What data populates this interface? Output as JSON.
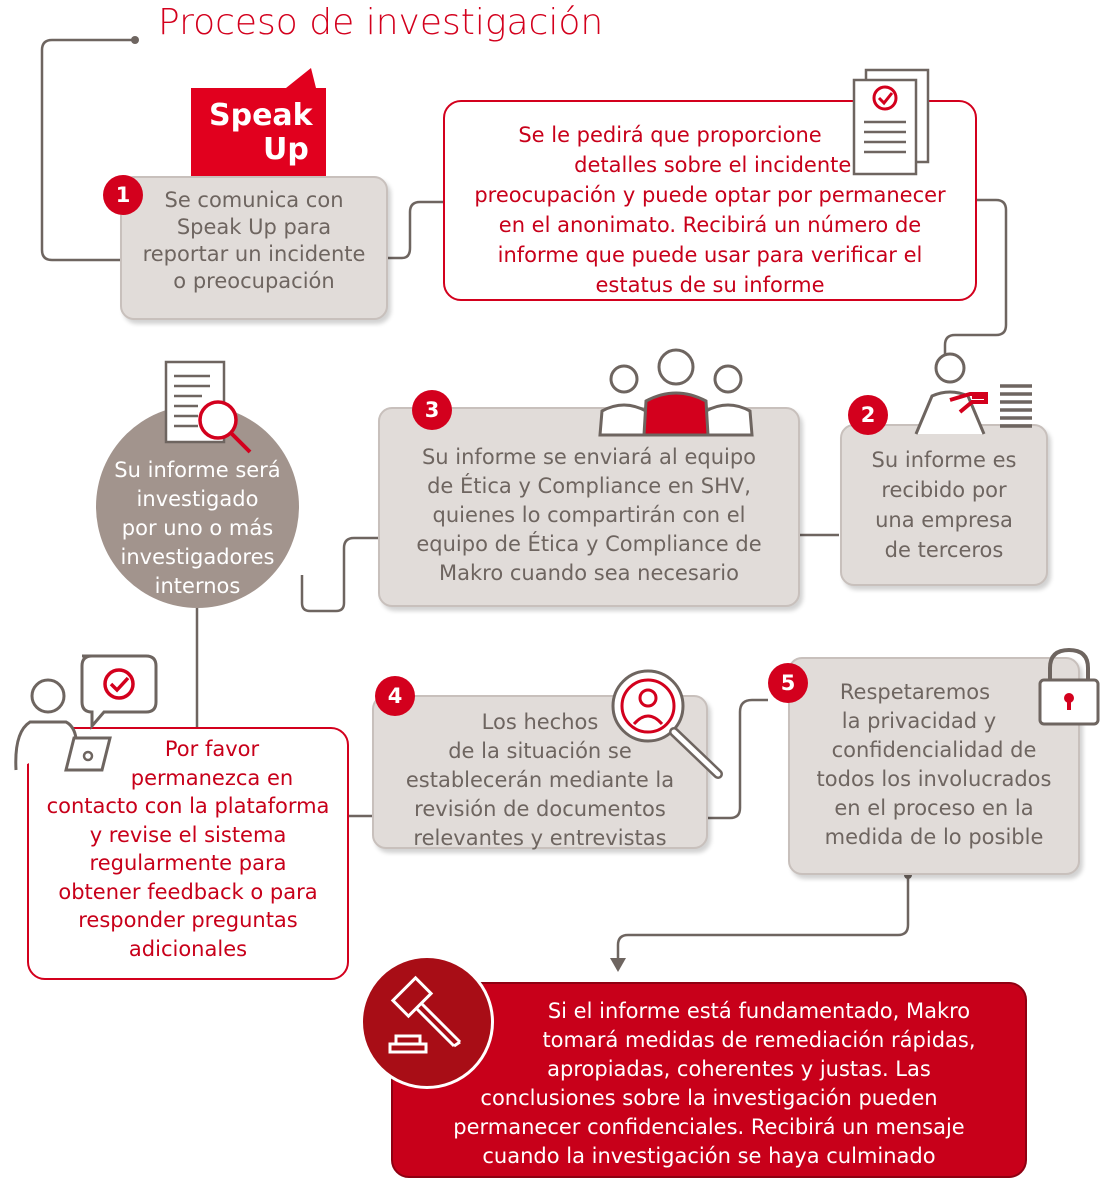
{
  "title": "Proceso de investigación",
  "logo": {
    "line1": "Speak",
    "line2": "Up"
  },
  "steps": [
    {
      "num": "1",
      "lines": [
        "Se comunica con",
        "Speak Up para",
        "reportar un incidente",
        "o preocupación"
      ]
    },
    {
      "num": "2",
      "lines": [
        "Su informe es",
        "recibido por",
        "una empresa",
        "de terceros"
      ]
    },
    {
      "num": "3",
      "lines": [
        "Su informe se enviará al equipo",
        "de Ética y Compliance en SHV,",
        "quienes lo compartirán con el",
        "equipo de Ética y Compliance de",
        "Makro cuando sea necesario"
      ]
    },
    {
      "num": "4",
      "lines": [
        "Los hechos",
        "de la situación se",
        "establecerán mediante la",
        "revisión de documentos",
        "relevantes y entrevistas"
      ]
    },
    {
      "num": "5",
      "lines": [
        "Respetaremos",
        "la privacidad y",
        "confidencialidad de",
        "todos los involucrados",
        "en el proceso en la",
        "medida de lo posible"
      ]
    }
  ],
  "details_box": {
    "lines": [
      "Se le pedirá que proporcione",
      "detalles sobre el incidente o",
      "preocupación y puede optar por permanecer",
      "en el anonimato. Recibirá un número de",
      "informe que puede usar para verificar el",
      "estatus de su informe"
    ]
  },
  "investigated_circle": {
    "lines": [
      "Su informe será",
      "investigado",
      "por uno o más",
      "investigadores",
      "internos"
    ]
  },
  "contact_box": {
    "lines": [
      "Por favor",
      "permanezca en",
      "contacto con la plataforma",
      "y revise el sistema",
      "regularmente para",
      "obtener feedback o para",
      "responder preguntas",
      "adicionales"
    ]
  },
  "final_box": {
    "lines": [
      "Si el informe está fundamentado, Makro",
      "tomará medidas de remediación rápidas,",
      "apropiadas, coherentes y justas. Las",
      "conclusiones sobre la investigación pueden",
      "permanecer confidenciales. Recibirá un mensaje",
      "cuando la investigación se haya culminado"
    ]
  },
  "colors": {
    "brand_red": "#d3001d",
    "grey_box": "#e1dcd9",
    "grey_text": "#6e6560",
    "circle": "#a2948d"
  },
  "icons": [
    "speak-up-logo",
    "document-check-icon",
    "person-receiving-icon",
    "group-icon",
    "document-search-icon",
    "person-laptop-icon",
    "person-search-icon",
    "padlock-icon",
    "gavel-icon"
  ]
}
